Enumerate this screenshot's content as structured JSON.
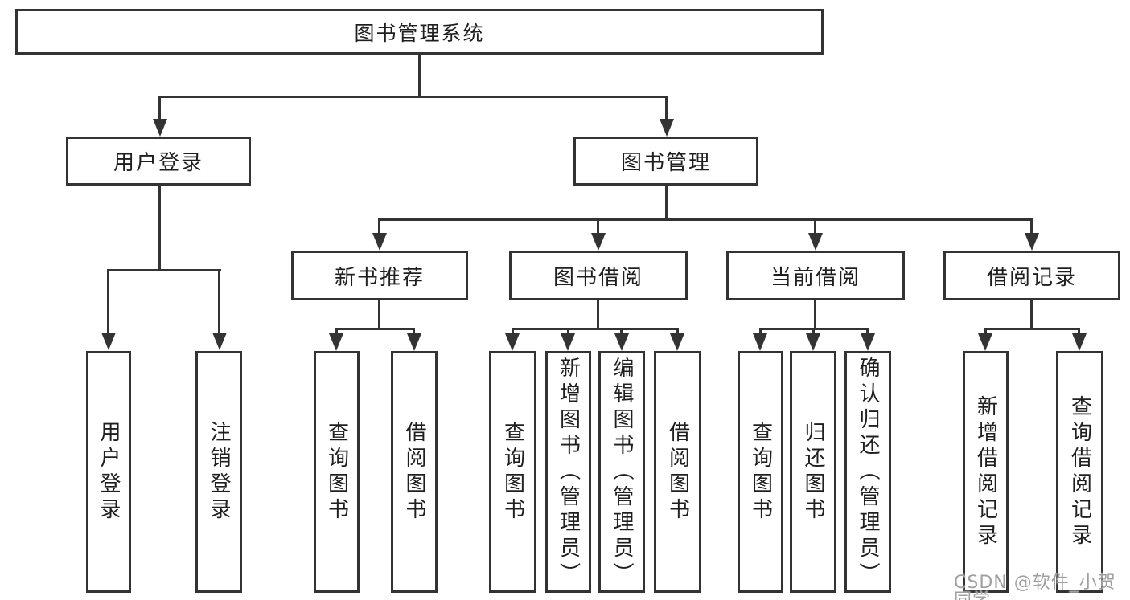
{
  "tree": {
    "label": "图书管理系统",
    "children": [
      {
        "label": "用户登录",
        "children": [
          {
            "label": "用户登录"
          },
          {
            "label": "注销登录"
          }
        ]
      },
      {
        "label": "图书管理",
        "children": [
          {
            "label": "新书推荐",
            "children": [
              {
                "label": "查询图书"
              },
              {
                "label": "借阅图书"
              }
            ]
          },
          {
            "label": "图书借阅",
            "children": [
              {
                "label": "查询图书"
              },
              {
                "label": "新增图书（管理员）"
              },
              {
                "label": "编辑图书（管理员）"
              },
              {
                "label": "借阅图书"
              }
            ]
          },
          {
            "label": "当前借阅",
            "children": [
              {
                "label": "查询图书"
              },
              {
                "label": "归还图书"
              },
              {
                "label": "确认归还（管理员）"
              }
            ]
          },
          {
            "label": "借阅记录",
            "children": [
              {
                "label": "新增借阅记录"
              },
              {
                "label": "查询借阅记录"
              }
            ]
          }
        ]
      }
    ]
  },
  "watermark": {
    "text": "CSDN @软件_小贺同学",
    "color": "#a0a0a0"
  },
  "colors": {
    "line": "#333333",
    "text": "#1f1f1f",
    "background": "#ffffff"
  }
}
